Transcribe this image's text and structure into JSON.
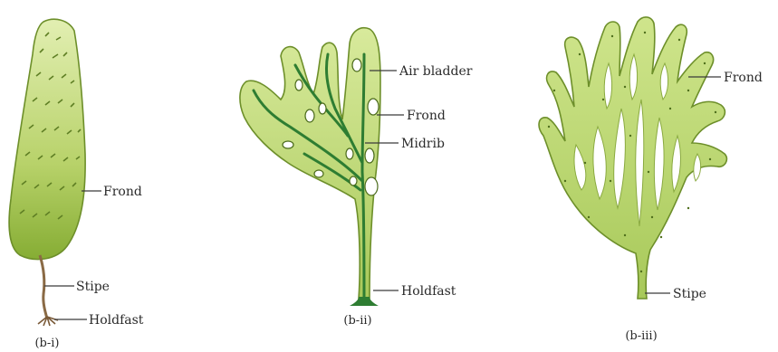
{
  "figures": [
    {
      "caption": "(b-i)",
      "labels": {
        "frond": "Frond",
        "stipe": "Stipe",
        "holdfast": "Holdfast"
      }
    },
    {
      "caption": "(b-ii)",
      "labels": {
        "air_bladder": "Air bladder",
        "frond": "Frond",
        "midrib": "Midrib",
        "holdfast": "Holdfast"
      }
    },
    {
      "caption": "(b-iii)",
      "labels": {
        "frond": "Frond",
        "stipe": "Stipe"
      }
    }
  ],
  "colors": {
    "frond_light": "#d4e89a",
    "frond_mid": "#b5d066",
    "frond_dark": "#7ea830",
    "midrib": "#2e7d32",
    "stipe_brown": "#8a6a45"
  }
}
